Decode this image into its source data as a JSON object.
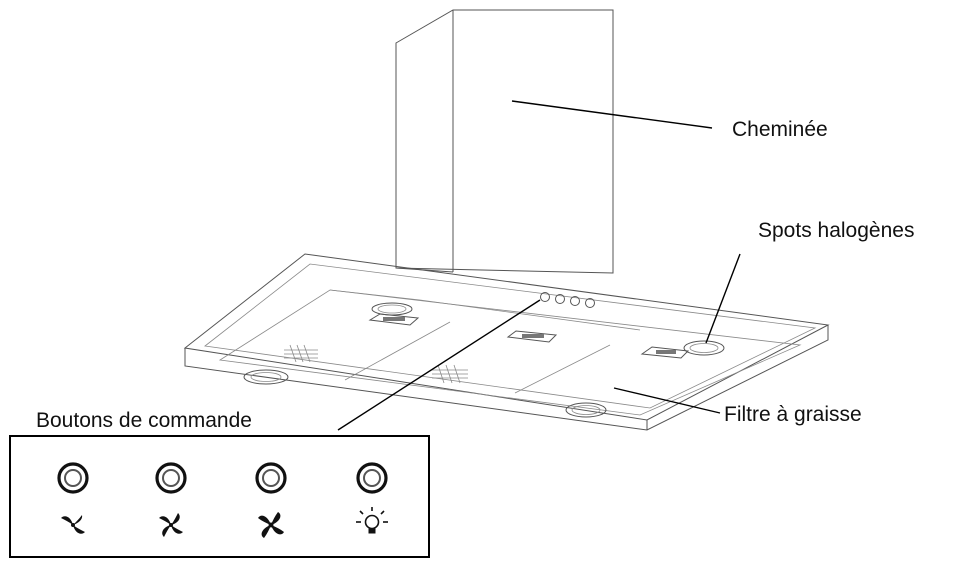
{
  "labels": {
    "chimney": "Cheminée",
    "halogen_spots": "Spots halogènes",
    "control_buttons": "Boutons de commande",
    "grease_filter": "Filtre à graisse"
  },
  "control_panel": {
    "buttons": [
      {
        "icon": "fan-speed-1-icon"
      },
      {
        "icon": "fan-speed-2-icon"
      },
      {
        "icon": "fan-speed-3-icon"
      },
      {
        "icon": "light-bulb-icon"
      }
    ]
  }
}
